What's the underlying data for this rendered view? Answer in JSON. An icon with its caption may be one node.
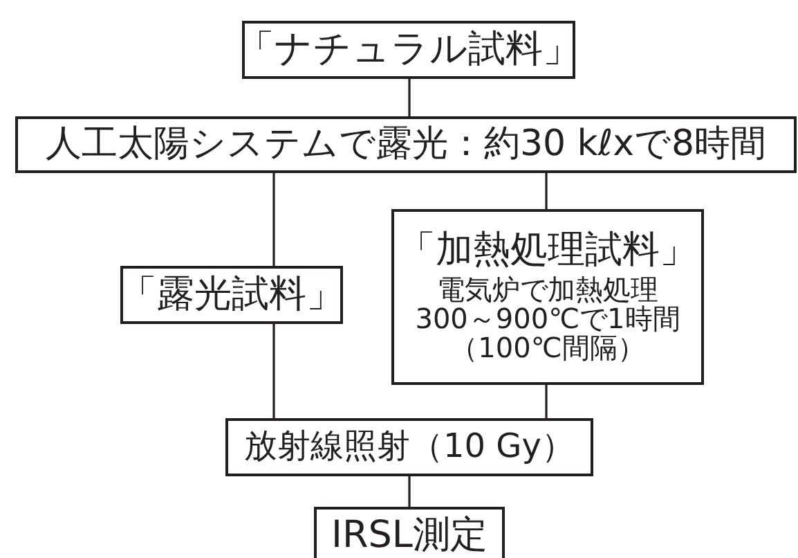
{
  "diagram": {
    "nodes": [
      {
        "text": [
          "「ナチュラル試料」"
        ]
      },
      {
        "text": [
          "人工太陽システムで露光：約30 kℓxで8時間"
        ]
      },
      {
        "text": [
          "「露光試料」"
        ]
      },
      {
        "text": [
          "「加熱処理試料」",
          "電気炉で加熱処理",
          "300～900℃で1時間",
          "（100℃間隔）"
        ]
      },
      {
        "text": [
          "放射線照射（10 Gy）"
        ]
      },
      {
        "text": [
          "IRSL測定"
        ]
      }
    ],
    "edges": [
      {
        "from": 0,
        "to": 1,
        "arrow": "none"
      },
      {
        "from": 1,
        "to": 2,
        "arrow": "none"
      },
      {
        "from": 1,
        "to": 3,
        "arrow": "none"
      },
      {
        "from": 2,
        "to": 4,
        "arrow": "none"
      },
      {
        "from": 3,
        "to": 4,
        "arrow": "none"
      },
      {
        "from": 4,
        "to": 5,
        "arrow": "none"
      }
    ]
  }
}
